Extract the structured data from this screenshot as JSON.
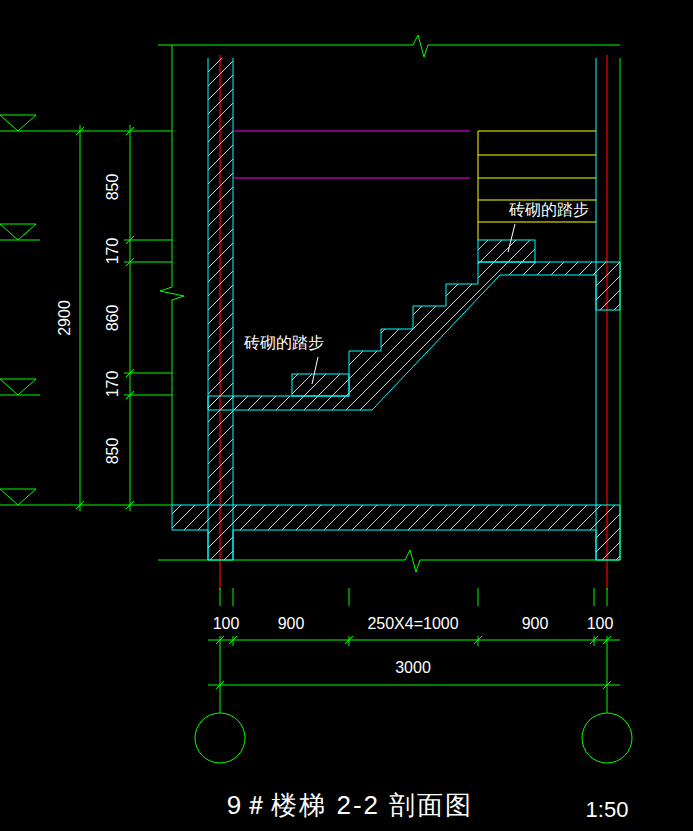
{
  "diagram": {
    "title": "9＃楼梯 2-2 剖面图",
    "labels": [
      "850",
      "170",
      "860",
      "170",
      "850",
      "2900",
      "砖砌的踏步",
      "砖砌的踏步",
      "100",
      "900",
      "250X4=1000",
      "900",
      "100",
      "3000",
      "1:50"
    ]
  }
}
